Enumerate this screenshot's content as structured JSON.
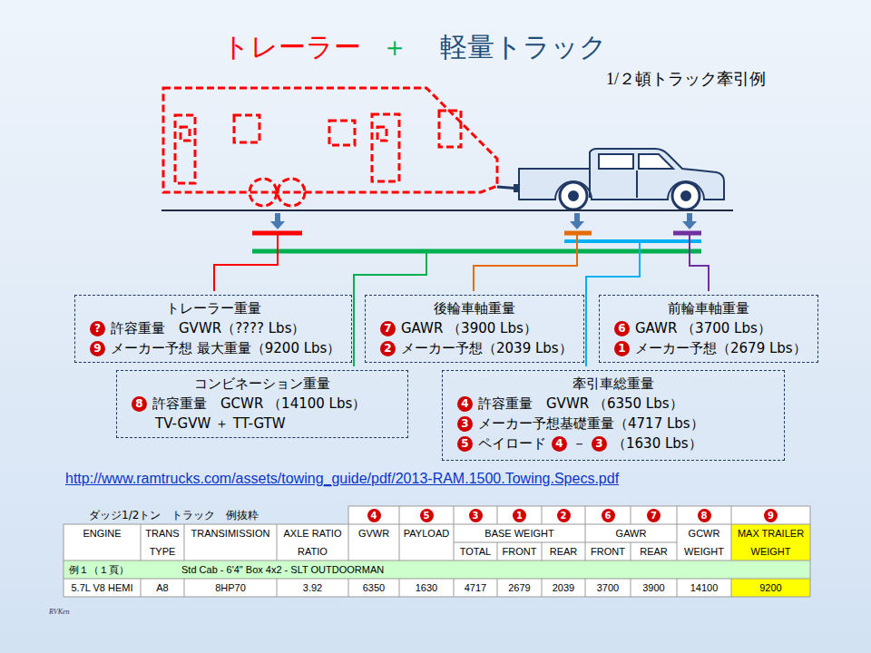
{
  "diagram": {
    "nodes": [
      {
        "text": [
          "トレーラー重量",
          "?",
          "許容重量　GVWR（???? Lbs）",
          "9",
          "メーカー予想 最大重量（9200 Lbs）"
        ]
      },
      {
        "text": [
          "後輪車軸重量",
          "7",
          "GAWR （3900 Lbs）",
          "2",
          "メーカー予想（2039 Lbs）"
        ]
      },
      {
        "text": [
          "前輪車軸重量",
          "6",
          "GAWR （3700 Lbs）",
          "1",
          "メーカー予想（2679 Lbs）"
        ]
      },
      {
        "text": [
          "コンビネーション重量",
          "8",
          "許容重量　GCWR （14100 Lbs）",
          "TV-GVW ＋ TT-GTW"
        ]
      },
      {
        "text": [
          "牽引車総重量",
          "4",
          "許容重量　GVWR （6350 Lbs）",
          "3",
          "メーカー予想基礎重量（4717 Lbs）",
          "5",
          "ペイロード",
          "4",
          "－",
          "3",
          "（1630 Lbs）"
        ]
      }
    ],
    "labels": [
      "トレーラー",
      "＋",
      "軽量トラック",
      "1/２頓トラック牽引例",
      "http://www.ramtrucks.com/assets/towing_guide/pdf/2013-RAM.1500.Towing.Specs.pdf",
      "ダッジ1/2トン　トラック　例抜粋",
      "4",
      "5",
      "3",
      "1",
      "2",
      "6",
      "7",
      "8",
      "9",
      "ENGINE",
      "TRANS",
      "TRANSIMISSION",
      "AXLE RATIO",
      "GVWR",
      "PAYLOAD",
      "BASE WEIGHT",
      "GAWR",
      "GCWR",
      "MAX TRAILER",
      "TYPE",
      "RATIO",
      "TOTAL",
      "FRONT",
      "REAR",
      "FRONT",
      "REAR",
      "WEIGHT",
      "WEIGHT",
      "例１（１頁）",
      "Std Cab - 6'4\" Box 4x2 - SLT OUTDOORMAN",
      "5.7L V8 HEMI",
      "A8",
      "8HP70",
      "3.92",
      "6350",
      "1630",
      "4717",
      "2679",
      "2039",
      "3700",
      "3900",
      "14100",
      "9200",
      "RVKen"
    ]
  }
}
